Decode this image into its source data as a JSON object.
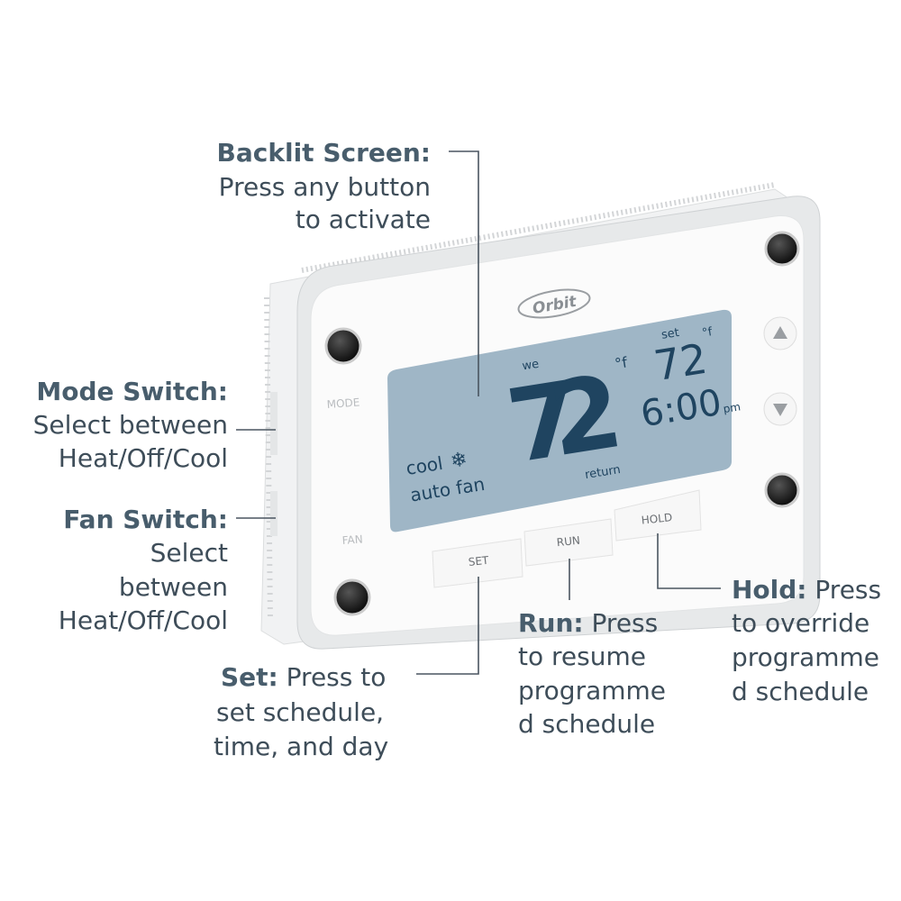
{
  "device": {
    "brand": "Orbit",
    "side_labels": {
      "mode": "MODE",
      "fan": "FAN"
    },
    "buttons": {
      "set": "SET",
      "run": "RUN",
      "hold": "HOLD",
      "up": "up-arrow",
      "down": "down-arrow"
    },
    "lcd": {
      "mode": "cool",
      "fan": "auto fan",
      "day": "we",
      "current_temp": "72",
      "current_unit": "°f",
      "set_label": "set",
      "set_temp": "72",
      "set_unit": "°f",
      "time": "6:00",
      "ampm": "pm",
      "sensor": "return",
      "icon": "snowflake-icon"
    },
    "colors": {
      "lcd": "#9fb6c6",
      "digits": "#1e4a6a",
      "label_bold": "#485d6c",
      "label_text": "#3e4d59"
    }
  },
  "callouts": {
    "backlit": {
      "title": "Backlit Screen:",
      "lines": [
        "Press any button",
        "to activate"
      ]
    },
    "mode": {
      "title": "Mode Switch:",
      "lines": [
        "Select between",
        "Heat/Off/Cool"
      ]
    },
    "fan": {
      "title": "Fan Switch:",
      "lines": [
        "Select",
        "between",
        "Heat/Off/Cool"
      ]
    },
    "set": {
      "title": "Set:",
      "first": " Press to",
      "lines": [
        "set schedule,",
        "time, and day"
      ]
    },
    "run": {
      "title": "Run:",
      "first": " Press",
      "lines": [
        "to resume",
        "programme",
        "d schedule"
      ]
    },
    "hold": {
      "title": "Hold:",
      "first": " Press",
      "lines": [
        "to override",
        "programme",
        "d schedule"
      ]
    }
  }
}
